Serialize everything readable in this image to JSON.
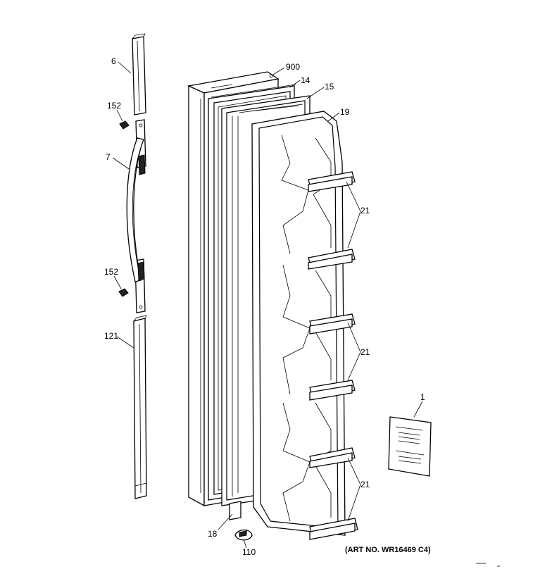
{
  "labels": {
    "p6": "6",
    "p152a": "152",
    "p7": "7",
    "p152b": "152",
    "p121": "121",
    "p900": "900",
    "p14": "14",
    "p15": "15",
    "p19": "19",
    "p21a": "21",
    "p21b": "21",
    "p21c": "21",
    "p1": "1",
    "p18": "18",
    "p110": "110"
  },
  "art_number": "(ART NO. WR16469 C4)"
}
